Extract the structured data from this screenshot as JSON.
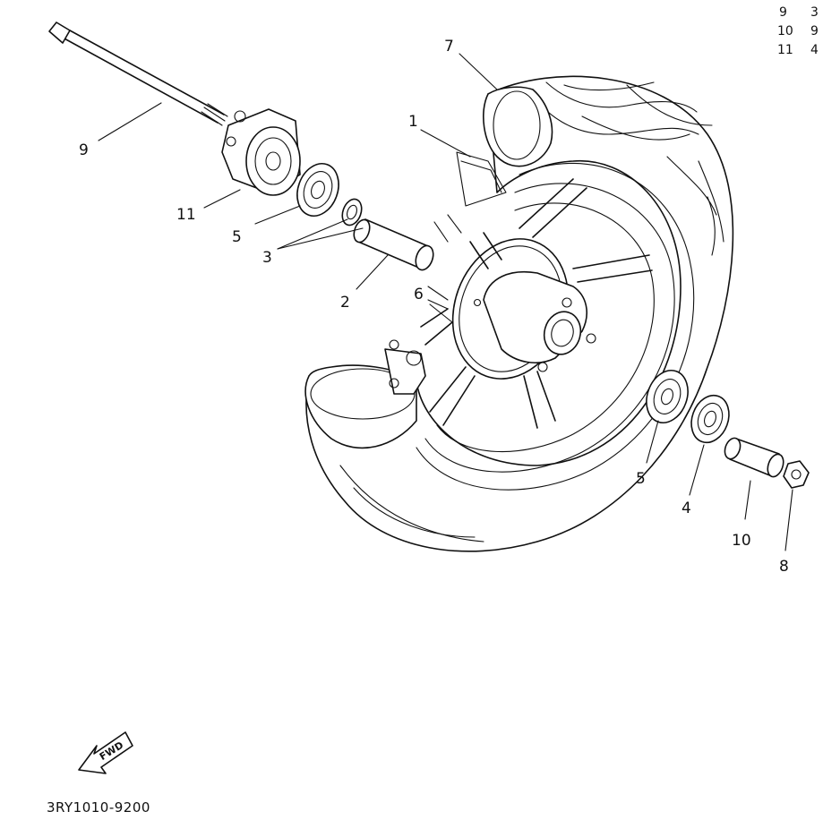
{
  "parts_table": [
    {
      "ref": "9",
      "value": "3"
    },
    {
      "ref": "10",
      "value": "9"
    },
    {
      "ref": "11",
      "value": "4"
    }
  ],
  "callouts": {
    "axle": "9",
    "gear_unit": "11",
    "bearing_left": "5",
    "spacer_collars": "3",
    "collar_long": "2",
    "cast_wheel": "1",
    "tire": "7",
    "label_6": "6",
    "bearing_right": "5",
    "oil_seal": "4",
    "collar_right": "10",
    "axle_nut": "8"
  },
  "fwd_label": "FWD",
  "diagram_code": "3RY1010-9200"
}
